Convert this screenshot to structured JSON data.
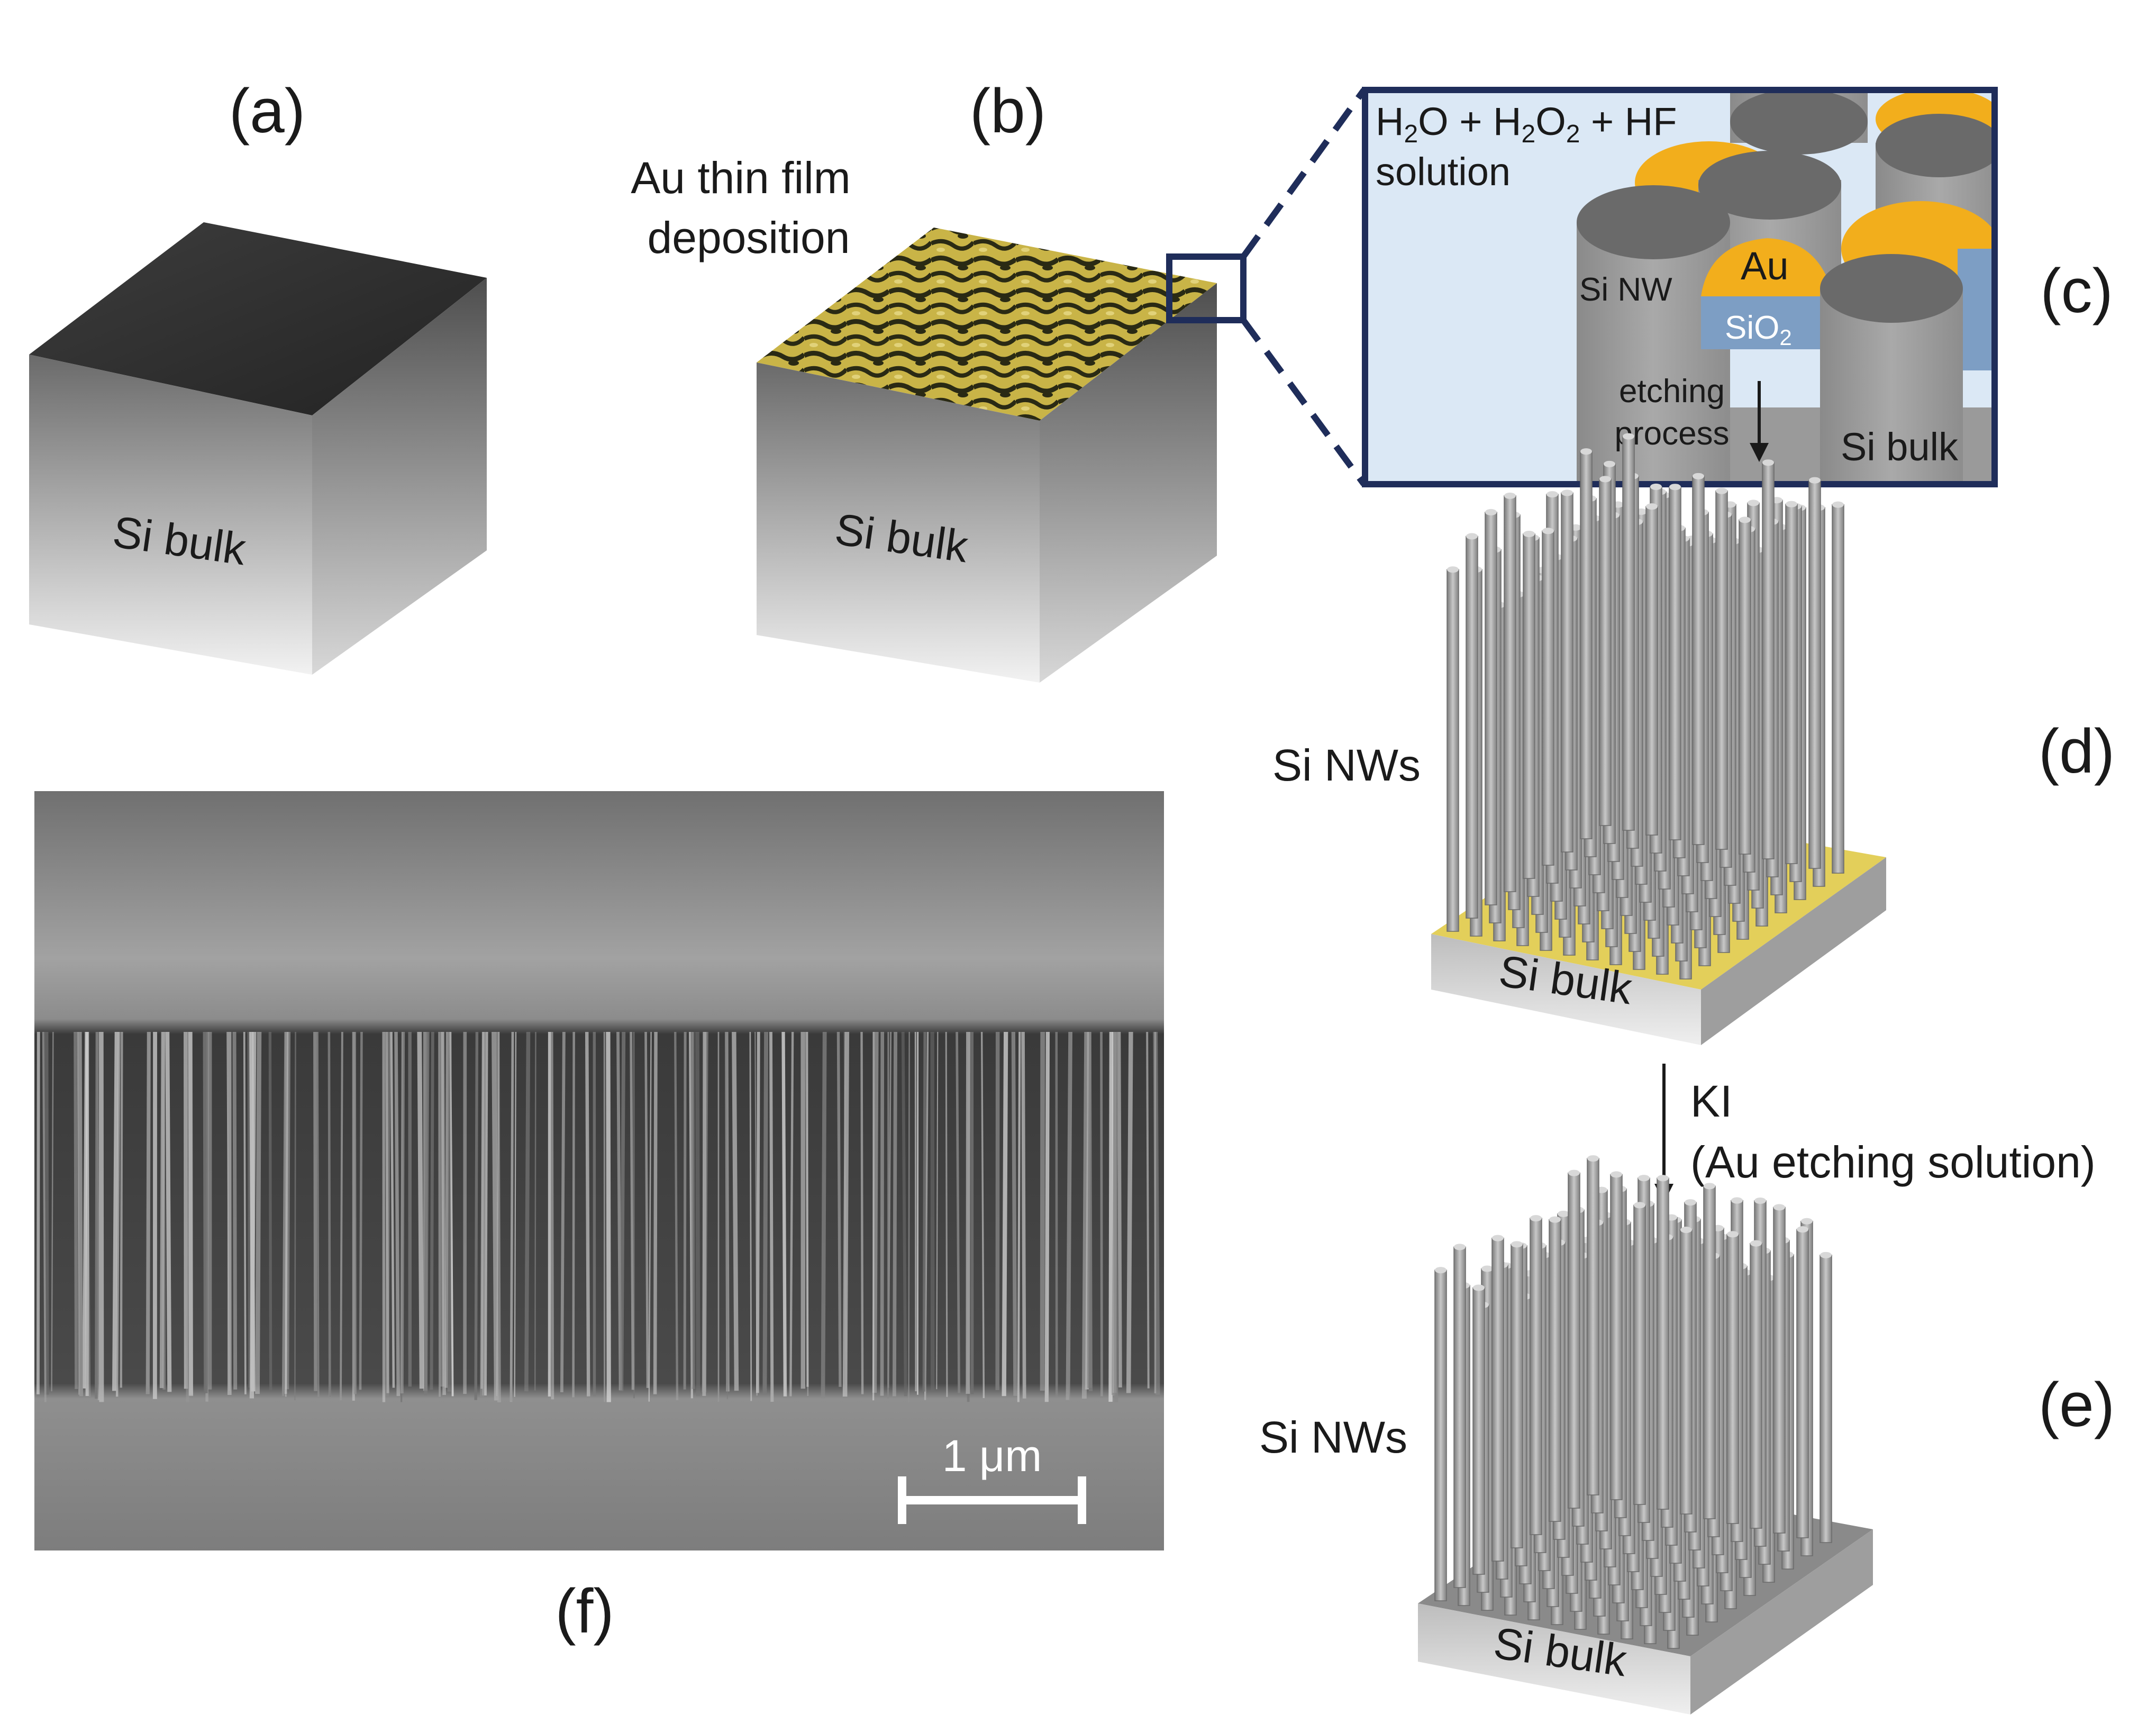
{
  "panels": {
    "a": {
      "label": "(a)",
      "block_label": "Si bulk"
    },
    "b": {
      "label": "(b)",
      "film_label_line1": "Au thin film",
      "film_label_line2": "deposition",
      "block_label": "Si bulk"
    },
    "c": {
      "label": "(c)",
      "solution_line1": "H2O + H2O2 + HF",
      "solution_line2": "solution",
      "si_nw": "Si NW",
      "au": "Au",
      "sio2": "SiO2",
      "etch_line1": "etching",
      "etch_line2": "process",
      "si_bulk": "Si bulk"
    },
    "d": {
      "label": "(d)",
      "nw_label": "Si NWs",
      "block_label": "Si bulk"
    },
    "arrow": {
      "line1": "KI",
      "line2": "(Au etching solution)"
    },
    "e": {
      "label": "(e)",
      "nw_label": "Si NWs",
      "block_label": "Si bulk"
    },
    "f": {
      "label": "(f)",
      "scale_bar": "1 μm"
    }
  },
  "colors": {
    "inset_border": "#1f2d5a",
    "inset_bg": "#dbe8f5",
    "gold": "#f2ae1c",
    "sio2": "#7d9ec4",
    "gold_film": "#cdb84a"
  }
}
